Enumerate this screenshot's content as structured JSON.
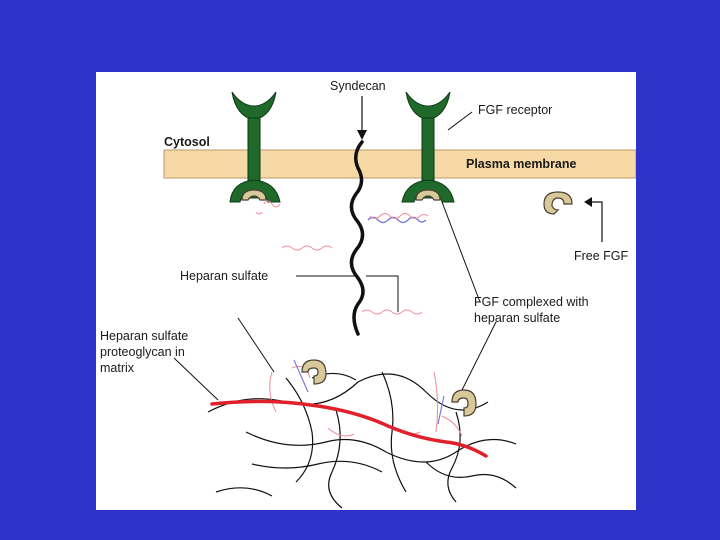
{
  "labels": {
    "syndecan": "Syndecan",
    "fgf_receptor": "FGF receptor",
    "cytosol": "Cytosol",
    "plasma_membrane": "Plasma membrane",
    "free_fgf": "Free FGF",
    "heparan_sulfate": "Heparan sulfate",
    "fgf_complexed_line1": "FGF complexed with",
    "fgf_complexed_line2": "heparan sulfate",
    "hspg_line1": "Heparan sulfate",
    "hspg_line2": "proteoglycan in",
    "hspg_line3": "matrix"
  },
  "colors": {
    "background": "#2f32c8",
    "membrane": "#f6d9a4",
    "receptor": "#1f6a2b",
    "fgf": "#d8c99a",
    "heparan": "#f08a9a",
    "core_protein": "#e0202a",
    "syndecan": "#111111"
  }
}
